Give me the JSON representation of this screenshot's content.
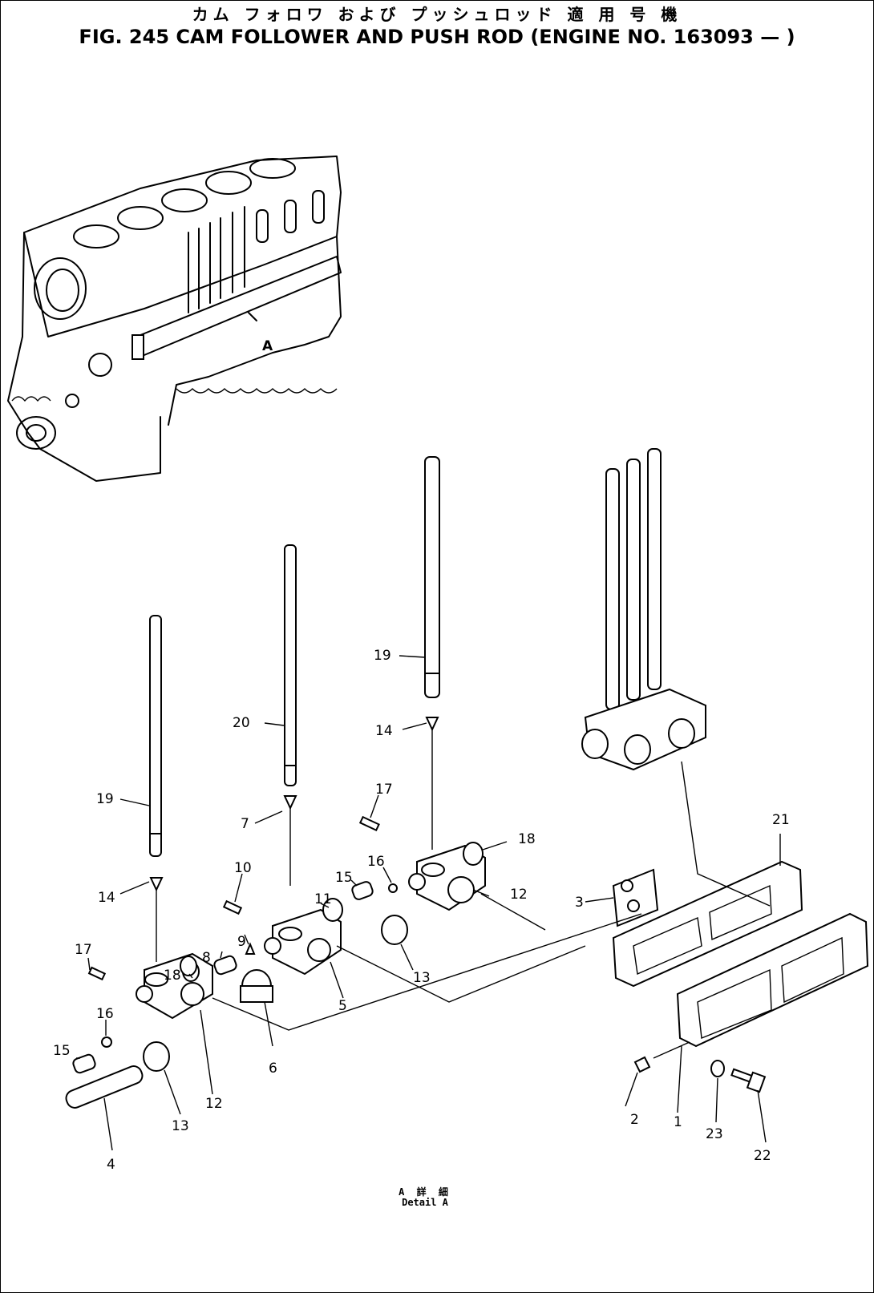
{
  "title_jp": "カム フォロワ および プッシュロッド 適 用 号 機",
  "title_en": "FIG. 245  CAM FOLLOWER AND PUSH ROD (ENGINE NO. 163093 —  )",
  "detail_marker": "A",
  "detail_caption_jp": "A 詳 細",
  "detail_caption_en": "Detail  A",
  "part_labels": {
    "p1": "1",
    "p2": "2",
    "p3": "3",
    "p4": "4",
    "p5": "5",
    "p6": "6",
    "p7": "7",
    "p8": "8",
    "p9": "9",
    "p10": "10",
    "p11": "11",
    "p12a": "12",
    "p12b": "12",
    "p13a": "13",
    "p13b": "13",
    "p14a": "14",
    "p14b": "14",
    "p15a": "15",
    "p15b": "15",
    "p16a": "16",
    "p16b": "16",
    "p17a": "17",
    "p17b": "17",
    "p18a": "18",
    "p18b": "18",
    "p19a": "19",
    "p19b": "19",
    "p20": "20",
    "p21": "21",
    "p22": "22",
    "p23": "23"
  }
}
